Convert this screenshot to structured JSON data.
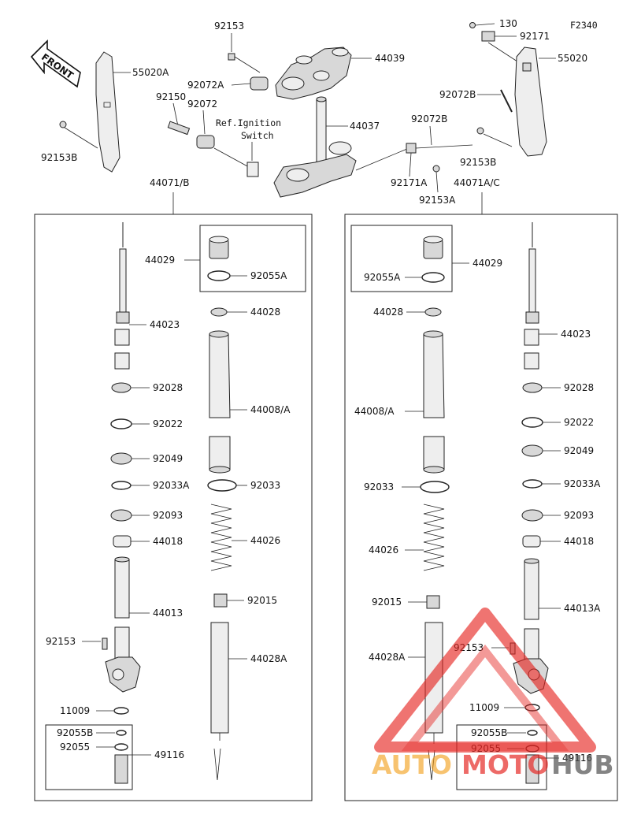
{
  "diagram_code": "F2340",
  "front_label": "FRONT",
  "ref_note": {
    "line1": "Ref.Ignition",
    "line2": "Switch"
  },
  "top_labels": {
    "l130": "130",
    "l92171": "92171",
    "l55020": "55020",
    "l55020A": "55020A",
    "l92153_top": "92153",
    "l44039": "44039",
    "l92072A": "92072A",
    "l92150": "92150",
    "l92072": "92072",
    "l44037": "44037",
    "l92153B_left": "92153B",
    "l92072B_top": "92072B",
    "l92072B_mid": "92072B",
    "l92171A": "92171A",
    "l92153A": "92153A",
    "l92153B_right": "92153B"
  },
  "assembly_left": {
    "title": "44071/B",
    "labels": {
      "l44029": "44029",
      "l92055A": "92055A",
      "l44028": "44028",
      "l44023": "44023",
      "l44008": "44008/A",
      "l92028": "92028",
      "l92022": "92022",
      "l92049": "92049",
      "l92033A": "92033A",
      "l92033": "92033",
      "l92093": "92093",
      "l44026": "44026",
      "l44018": "44018",
      "l44013": "44013",
      "l92015": "92015",
      "l92153": "92153",
      "l44028A": "44028A",
      "l11009": "11009",
      "l92055B": "92055B",
      "l92055": "92055",
      "l49116": "49116"
    }
  },
  "assembly_right": {
    "title": "44071A/C",
    "labels": {
      "l44029": "44029",
      "l92055A": "92055A",
      "l44028": "44028",
      "l44023": "44023",
      "l44008": "44008/A",
      "l92028": "92028",
      "l92022": "92022",
      "l92049": "92049",
      "l92033": "92033",
      "l92033A": "92033A",
      "l92093": "92093",
      "l44026": "44026",
      "l44018": "44018",
      "l92015": "92015",
      "l44013A": "44013A",
      "l44028A": "44028A",
      "l92153": "92153",
      "l11009": "11009",
      "l92055B": "92055B",
      "l92055": "92055",
      "l49116": "49116"
    }
  },
  "watermark": {
    "part1": "AUTO",
    "part2": "MOTO",
    "part3": "HUB",
    "color_red": "#e52521",
    "color_orange": "#f39c12",
    "color_grey": "#555555"
  }
}
